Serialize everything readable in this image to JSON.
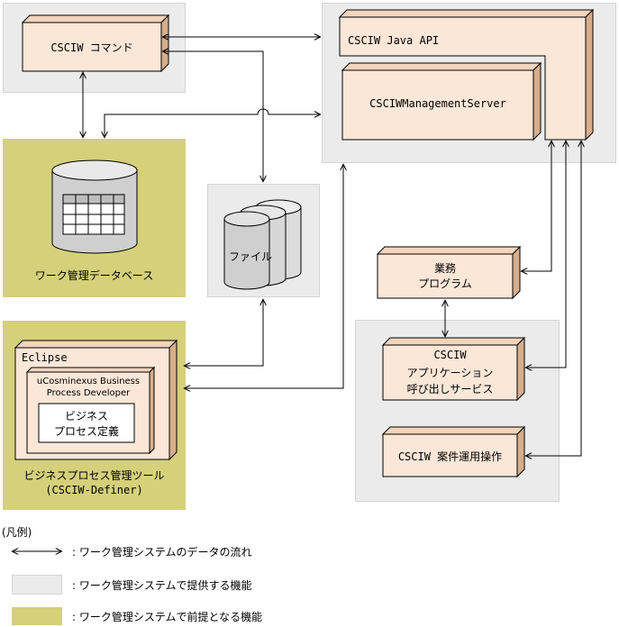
{
  "nodes": {
    "cmd": "CSCIW コマンド",
    "java_api": "CSCIW Java API",
    "mgmt_server": "CSCIWManagementServer",
    "workflow_db": "ワーク管理データベース",
    "file": "ファイル",
    "business_program": [
      "業務",
      "プログラム"
    ],
    "app_call_service": [
      "CSCIW",
      "アプリケーション",
      "呼び出しサービス"
    ],
    "case_operation": "CSCIW 案件運用操作",
    "eclipse": "Eclipse",
    "ucosminexus": [
      "uCosminexus Business",
      "Process Developer"
    ],
    "bp_definition": [
      "ビジネス",
      "プロセス定義"
    ],
    "bp_tool": [
      "ビジネスプロセス管理ツール",
      "(CSCIW-Definer)"
    ]
  },
  "legend": {
    "title": "(凡例)",
    "items": [
      {
        "symbol": "double-arrow",
        "text": ": ワーク管理システムのデータの流れ"
      },
      {
        "symbol": "gray-box",
        "text": ": ワーク管理システムで提供する機能",
        "color": "#ebebeb"
      },
      {
        "symbol": "olive-box",
        "text": ": ワーク管理システムで前提となる機能",
        "color": "#d5d07a"
      }
    ]
  },
  "colors": {
    "box_face": "#fbe7d7",
    "box_side": "#d9ad89",
    "provided_area": "#ebebeb",
    "prerequisite_area": "#d5d07a"
  }
}
